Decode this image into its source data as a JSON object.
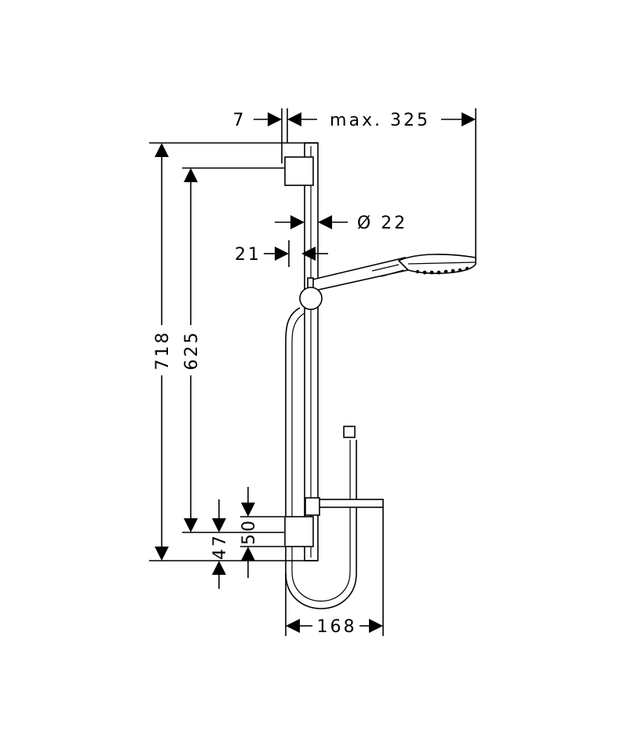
{
  "dimensions": {
    "wall_offset": "7",
    "max_reach": "max. 325",
    "bar_diameter": "Ø 22",
    "bar_depth": "21",
    "total_height": "718",
    "holder_height": "625",
    "bracket_height": "50",
    "bottom_offset": "47",
    "tray_width": "168"
  }
}
